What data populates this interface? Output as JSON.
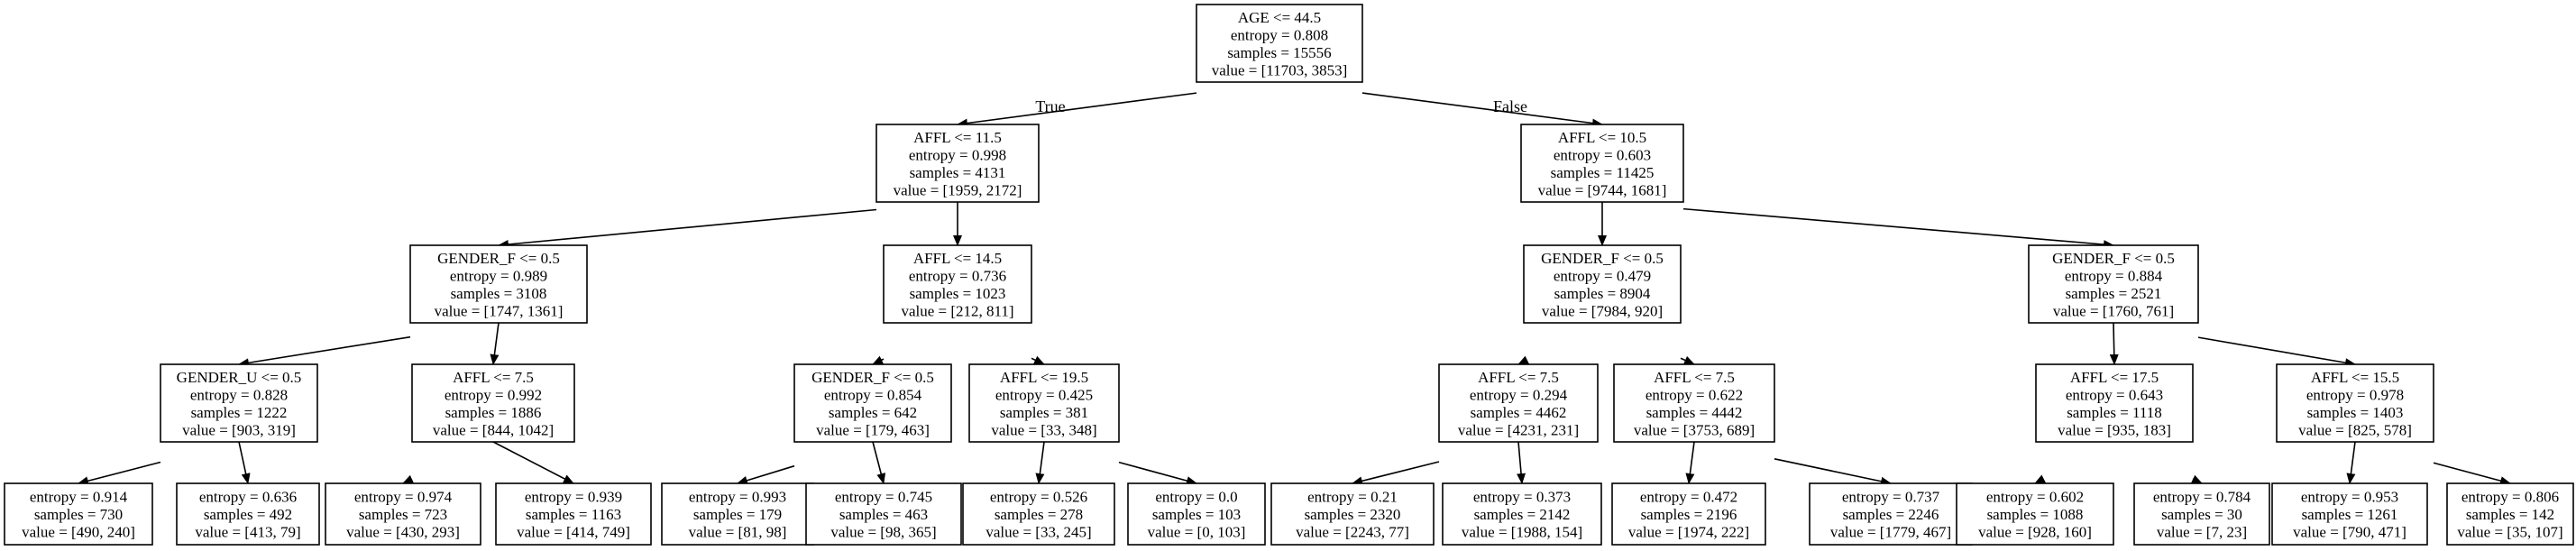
{
  "tree": {
    "edge_labels": {
      "true_label": "True",
      "false_label": "False"
    },
    "nodes": [
      {
        "id": "n0",
        "lines": [
          "AGE <= 44.5",
          "entropy = 0.808",
          "samples = 15556",
          "value = [11703, 3853]"
        ]
      },
      {
        "id": "n1",
        "lines": [
          "AFFL <= 11.5",
          "entropy = 0.998",
          "samples = 4131",
          "value = [1959, 2172]"
        ]
      },
      {
        "id": "n2",
        "lines": [
          "AFFL <= 10.5",
          "entropy = 0.603",
          "samples = 11425",
          "value = [9744, 1681]"
        ]
      },
      {
        "id": "n3",
        "lines": [
          "GENDER_F <= 0.5",
          "entropy = 0.989",
          "samples = 3108",
          "value = [1747, 1361]"
        ]
      },
      {
        "id": "n4",
        "lines": [
          "AFFL <= 14.5",
          "entropy = 0.736",
          "samples = 1023",
          "value = [212, 811]"
        ]
      },
      {
        "id": "n5",
        "lines": [
          "GENDER_F <= 0.5",
          "entropy = 0.479",
          "samples = 8904",
          "value = [7984, 920]"
        ]
      },
      {
        "id": "n6",
        "lines": [
          "GENDER_F <= 0.5",
          "entropy = 0.884",
          "samples = 2521",
          "value = [1760, 761]"
        ]
      },
      {
        "id": "n7",
        "lines": [
          "GENDER_U <= 0.5",
          "entropy = 0.828",
          "samples = 1222",
          "value = [903, 319]"
        ]
      },
      {
        "id": "n8",
        "lines": [
          "AFFL <= 7.5",
          "entropy = 0.992",
          "samples = 1886",
          "value = [844, 1042]"
        ]
      },
      {
        "id": "n9",
        "lines": [
          "GENDER_F <= 0.5",
          "entropy = 0.854",
          "samples = 642",
          "value = [179, 463]"
        ]
      },
      {
        "id": "n10",
        "lines": [
          "AFFL <= 19.5",
          "entropy = 0.425",
          "samples = 381",
          "value = [33, 348]"
        ]
      },
      {
        "id": "n11",
        "lines": [
          "AFFL <= 7.5",
          "entropy = 0.294",
          "samples = 4462",
          "value = [4231, 231]"
        ]
      },
      {
        "id": "n12",
        "lines": [
          "AFFL <= 7.5",
          "entropy = 0.622",
          "samples = 4442",
          "value = [3753, 689]"
        ]
      },
      {
        "id": "n13",
        "lines": [
          "AFFL <= 17.5",
          "entropy = 0.643",
          "samples = 1118",
          "value = [935, 183]"
        ]
      },
      {
        "id": "n14",
        "lines": [
          "AFFL <= 15.5",
          "entropy = 0.978",
          "samples = 1403",
          "value = [825, 578]"
        ]
      },
      {
        "id": "n15",
        "lines": [
          "entropy = 0.914",
          "samples = 730",
          "value = [490, 240]"
        ]
      },
      {
        "id": "n16",
        "lines": [
          "entropy = 0.636",
          "samples = 492",
          "value = [413, 79]"
        ]
      },
      {
        "id": "n17",
        "lines": [
          "entropy = 0.974",
          "samples = 723",
          "value = [430, 293]"
        ]
      },
      {
        "id": "n18",
        "lines": [
          "entropy = 0.939",
          "samples = 1163",
          "value = [414, 749]"
        ]
      },
      {
        "id": "n19",
        "lines": [
          "entropy = 0.993",
          "samples = 179",
          "value = [81, 98]"
        ]
      },
      {
        "id": "n20",
        "lines": [
          "entropy = 0.745",
          "samples = 463",
          "value = [98, 365]"
        ]
      },
      {
        "id": "n21",
        "lines": [
          "entropy = 0.526",
          "samples = 278",
          "value = [33, 245]"
        ]
      },
      {
        "id": "n22",
        "lines": [
          "entropy = 0.0",
          "samples = 103",
          "value = [0, 103]"
        ]
      },
      {
        "id": "n23",
        "lines": [
          "entropy = 0.21",
          "samples = 2320",
          "value = [2243, 77]"
        ]
      },
      {
        "id": "n24",
        "lines": [
          "entropy = 0.373",
          "samples = 2142",
          "value = [1988, 154]"
        ]
      },
      {
        "id": "n25",
        "lines": [
          "entropy = 0.472",
          "samples = 2196",
          "value = [1974, 222]"
        ]
      },
      {
        "id": "n26",
        "lines": [
          "entropy = 0.737",
          "samples = 2246",
          "value = [1779, 467]"
        ]
      },
      {
        "id": "n27",
        "lines": [
          "entropy = 0.602",
          "samples = 1088",
          "value = [928, 160]"
        ]
      },
      {
        "id": "n28",
        "lines": [
          "entropy = 0.784",
          "samples = 30",
          "value = [7, 23]"
        ]
      },
      {
        "id": "n29",
        "lines": [
          "entropy = 0.953",
          "samples = 1261",
          "value = [790, 471]"
        ]
      },
      {
        "id": "n30",
        "lines": [
          "entropy = 0.806",
          "samples = 142",
          "value = [35, 107]"
        ]
      }
    ],
    "edges": [
      [
        "n0",
        "n1"
      ],
      [
        "n0",
        "n2"
      ],
      [
        "n1",
        "n3"
      ],
      [
        "n1",
        "n4"
      ],
      [
        "n2",
        "n5"
      ],
      [
        "n2",
        "n6"
      ],
      [
        "n3",
        "n7"
      ],
      [
        "n3",
        "n8"
      ],
      [
        "n4",
        "n9"
      ],
      [
        "n4",
        "n10"
      ],
      [
        "n5",
        "n11"
      ],
      [
        "n5",
        "n12"
      ],
      [
        "n6",
        "n13"
      ],
      [
        "n6",
        "n14"
      ],
      [
        "n7",
        "n15"
      ],
      [
        "n7",
        "n16"
      ],
      [
        "n8",
        "n17"
      ],
      [
        "n8",
        "n18"
      ],
      [
        "n9",
        "n19"
      ],
      [
        "n9",
        "n20"
      ],
      [
        "n10",
        "n21"
      ],
      [
        "n10",
        "n22"
      ],
      [
        "n11",
        "n23"
      ],
      [
        "n11",
        "n24"
      ],
      [
        "n12",
        "n25"
      ],
      [
        "n12",
        "n26"
      ],
      [
        "n13",
        "n27"
      ],
      [
        "n13",
        "n28"
      ],
      [
        "n14",
        "n29"
      ],
      [
        "n14",
        "n30"
      ]
    ]
  }
}
